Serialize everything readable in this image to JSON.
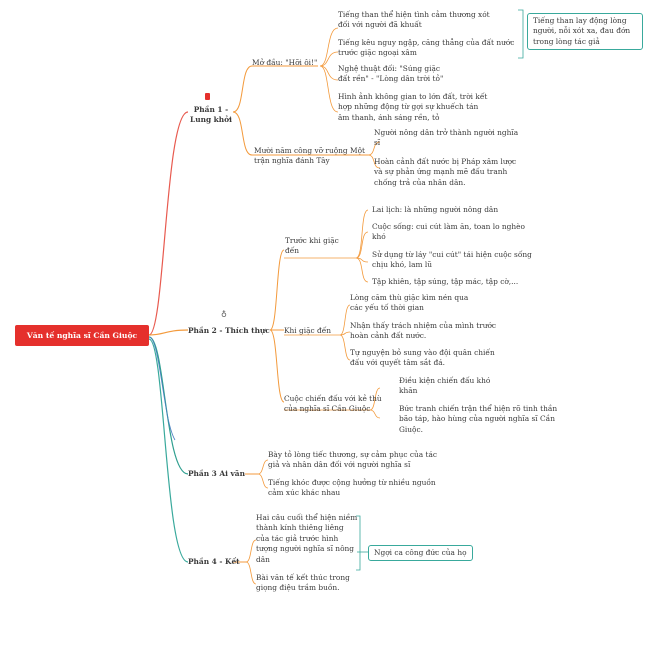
{
  "root": "Văn tế nghĩa sĩ Cần Giuộc",
  "parts": {
    "p1": "Phần 1 -\nLung khởi",
    "p2": "Phần 2 - Thích thực",
    "p3": "Phần 3    Ai vãn",
    "p4": "Phần 4 - Kết"
  },
  "p1": {
    "a": "Mở đầu: \"Hỡi ôi!\"",
    "a1": "Tiếng than thể hiện tình cảm thương xót\nđối với người đã khuất",
    "a2": "Tiếng kêu nguy ngập, căng thẳng của đất nước\ntrước giặc ngoại xâm",
    "a3": "Nghệ thuật đối: \"Súng giặc\nđất rền\" - \"Lòng dân trời tỏ\"",
    "a4": "Hình ảnh không gian to lớn đất, trời kết\nhợp những động từ gợi sự khuếch tán\nâm thanh, ánh sáng rền, tỏ",
    "summary": "Tiếng than lay động lòng\nngười, nỗi xót xa, đau đớn\ntrong lòng tác giả",
    "b": "Mười năm công vỡ ruộng    Một\ntrận nghĩa đánh Tây",
    "b1": "Người nông dân trở thành người nghĩa\nsĩ",
    "b2": "Hoàn cảnh đất nước bị Pháp xâm lược\nvà sự phản ứng mạnh mẽ đấu tranh\nchống trả của nhân dân."
  },
  "p2": {
    "a": "Trước khi giặc\nđến",
    "a1": "Lai lịch: là những người nông dân",
    "a2": "Cuộc sống: cui cút làm ăn, toan lo nghèo\nkhó",
    "a3": "Sử dụng từ láy \"cui cút\" tái hiện cuộc sống\nchịu khó, lam lũ",
    "a4": "Tập khiên, tập súng, tập mác, tập cờ,...",
    "b": "Khi giặc đến",
    "b1": "Lòng căm thù giặc kìm nén qua\ncác yếu tố thời gian",
    "b2": "Nhận thấy trách nhiệm của mình trước\nhoàn cảnh đất nước.",
    "b3": "Tự nguyện bỏ sung vào đội quân chiến\nđấu với quyết tâm sắt đá.",
    "c": "Cuộc chiến đấu với kẻ thù\ncủa nghĩa sĩ Cần Giuộc",
    "c1": "Điều kiện chiến đấu khó\nkhăn",
    "c2": "Bức tranh chiến trận thể hiện rõ tinh thần\nbão táp, hào hùng của người nghĩa sĩ Cần\nGiuộc."
  },
  "p3": {
    "a1": "Bày tỏ lòng tiếc thương, sự cảm phục của tác\ngiả và nhân dân đối với người nghĩa sĩ",
    "a2": "Tiếng khóc được cộng hưởng từ nhiều nguồn\ncảm xúc khác nhau"
  },
  "p4": {
    "a1": "Hai câu cuối thể hiện niềm\nthành kính thiêng liêng\ncủa tác giả trước hình\ntượng người nghĩa sĩ nông\ndân",
    "a2": "Bài văn tế kết thúc trong\ngiọng điệu trầm buồn.",
    "summary": "Ngợi ca công đức của họ"
  },
  "colors": {
    "root": "#e5302c",
    "orange": "#f39a3c",
    "teal": "#39a99c",
    "red": "#e85a4f",
    "blue": "#4a7fc1",
    "purple": "#9b5fc0"
  }
}
